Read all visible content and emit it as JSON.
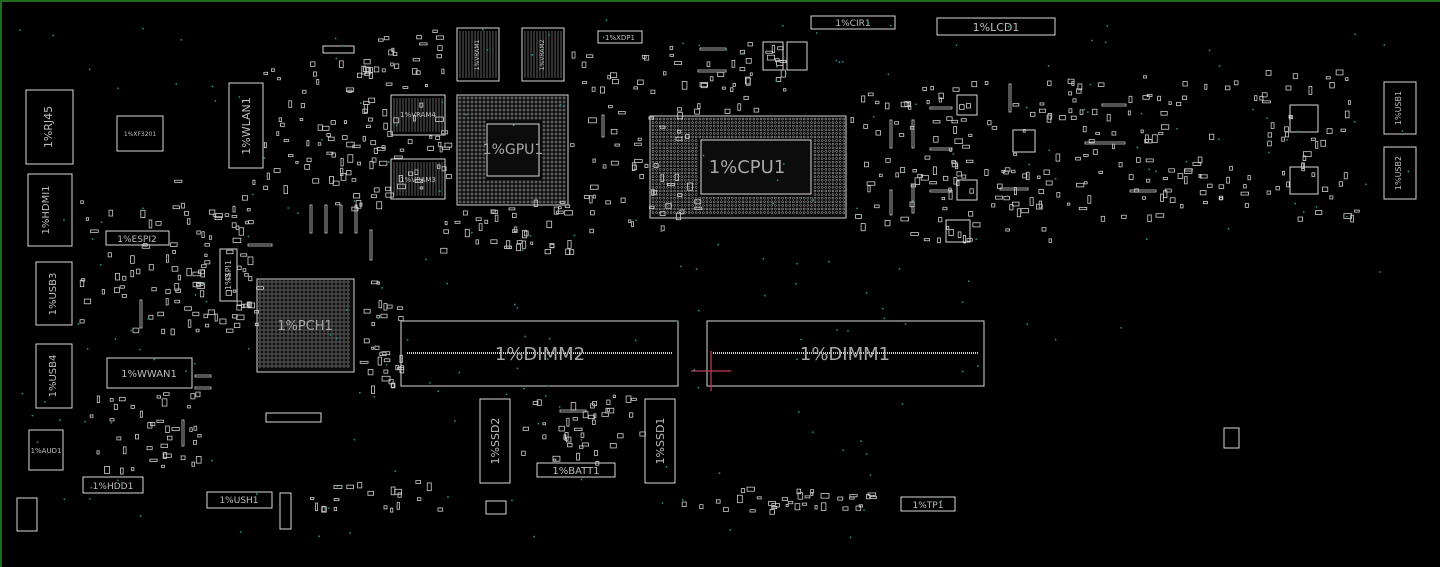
{
  "colors": {
    "background": "#000000",
    "outline": "#d8d8d8",
    "label": "#bdbdbd",
    "via_dots": "#2a8f8f",
    "board_edge": "#1f6d1f",
    "cursor": "#c0405a"
  },
  "components": {
    "rj45": "1%RJ45",
    "hdmi": "1%HDMI1",
    "usb3": "1%USB3",
    "usb4": "1%USB4",
    "aud": "1%AUD1",
    "hdd": "1%HDD1",
    "ush": "1%USH1",
    "wlan": "1%WLAN1",
    "espi": "1%ESPI2",
    "spi": "1%SPI1",
    "wwan": "1%WWAN1",
    "xf": "1%XF3201",
    "pch": "1%PCH1",
    "vram1": "1%VRAM1",
    "vram2": "1%VRAM2",
    "vram3": "1%VRAM3",
    "vram4": "1%VRAM4",
    "gpu": "1%GPU1",
    "xdp": "1%XDP1",
    "cpu": "1%CPU1",
    "cir": "1%CIR1",
    "lcd": "1%LCD1",
    "dimm2": "1%DIMM2",
    "dimm1": "1%DIMM1",
    "ssd2": "1%SSD2",
    "ssd1": "1%SSD1",
    "batt": "1%BATT1",
    "tp": "1%TP1",
    "usb1": "1%USB1",
    "usb2": "1%USB2"
  }
}
